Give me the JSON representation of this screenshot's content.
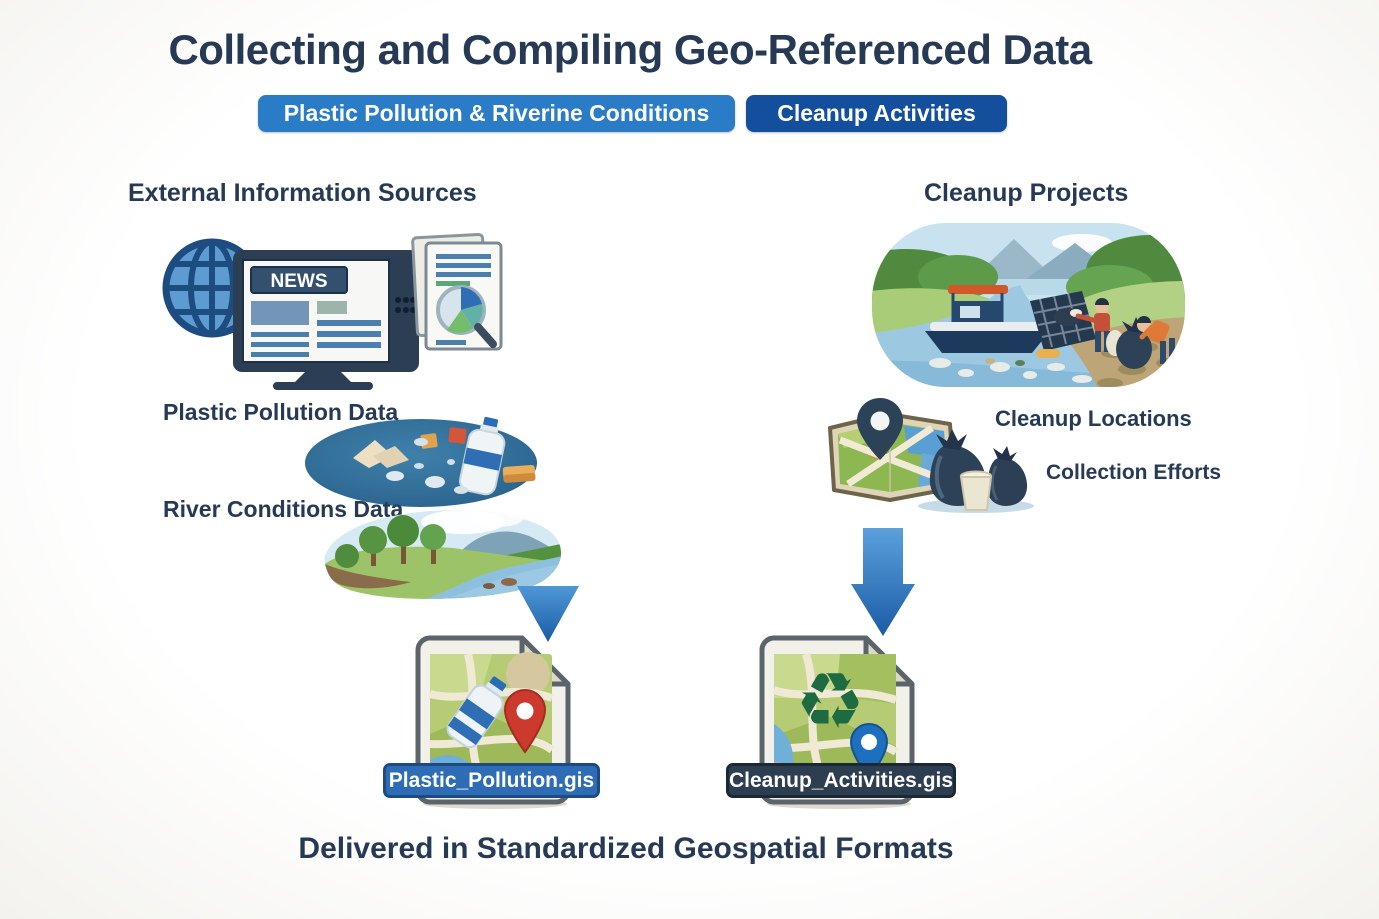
{
  "title": "Collecting and Compiling Geo-Referenced Data",
  "tags": {
    "pollution": "Plastic Pollution & Riverine Conditions",
    "cleanup": "Cleanup Activities"
  },
  "left_column": {
    "heading": "External Information Sources",
    "news_label": "NEWS",
    "plastic_label": "Plastic Pollution Data",
    "river_label": "River Conditions Data",
    "file_label": "Plastic_Pollution.gis"
  },
  "right_column": {
    "heading": "Cleanup Projects",
    "locations_label": "Cleanup Locations",
    "efforts_label": "Collection Efforts",
    "file_label": "Cleanup_Activities.gis",
    "recycle_glyph": "♻"
  },
  "footer": "Delivered in Standardized Geospatial Formats",
  "icons": {
    "globe": "globe-icon",
    "news_monitor": "news-monitor-icon",
    "report_document": "report-document-icon",
    "polluted_water": "polluted-water-icon",
    "river_landscape": "river-landscape-icon",
    "down_arrow": "down-arrow-icon",
    "gis_file": "gis-file-icon",
    "map_pin": "map-pin-icon",
    "trash_bags": "trash-bags-icon",
    "recycle": "recycle-icon",
    "cleanup_scene": "cleanup-scene-illustration"
  },
  "colors": {
    "ink": "#273a55",
    "tag_pollution_bg": "#2b7cc6",
    "tag_cleanup_bg": "#134f9d",
    "tag_text": "#ffffff",
    "banner_left_bg": "#2e6db6",
    "banner_left_border": "#1d4a80",
    "banner_right_bg": "#2d3e50",
    "banner_right_border": "#1b2836",
    "arrow_blue": "#2b74c1"
  }
}
